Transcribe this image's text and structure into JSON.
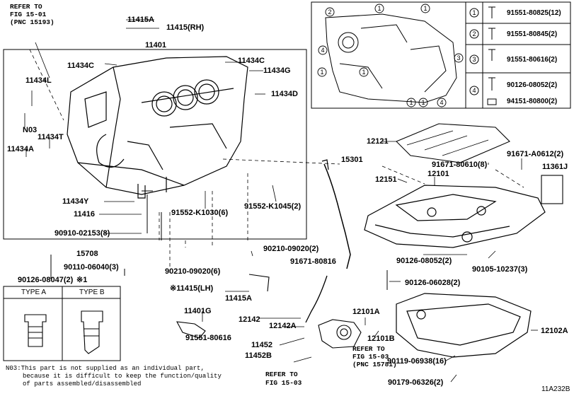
{
  "refs": {
    "ref_fig1501_a": "REFER TO",
    "ref_fig1501_b": "FIG 15-01",
    "ref_fig1501_c": "(PNC 15193)",
    "ref_fig1503_left_a": "REFER TO",
    "ref_fig1503_left_b": "FIG 15-03",
    "ref_fig1503_right_a": "REFER TO",
    "ref_fig1503_right_b": "FIG 15-03",
    "ref_fig1503_right_c": "(PNC 15781)"
  },
  "parts": {
    "p11415a_top": "11415A",
    "p11415_rh": "11415(RH)",
    "p11401": "11401",
    "p11434c_a": "11434C",
    "p11434c_b": "11434C",
    "p11434g": "11434G",
    "p11434l": "11434L",
    "p11434d": "11434D",
    "pn03": "N03",
    "p11434t": "11434T",
    "p11434a": "11434A",
    "p11434y": "11434Y",
    "p11416": "11416",
    "p90910": "90910-02153(8)",
    "p91552_k1030": "91552-K1030(6)",
    "p91552_k1045": "91552-K1045(2)",
    "p15708": "15708",
    "p90126_08047": "90126-08047(2)",
    "p90110": "90110-06040(3)",
    "p90210_6": "90210-09020(6)",
    "p90210_2": "90210-09020(2)",
    "p91671_80816": "91671-80816",
    "p11415_lh": "※11415(LH)",
    "p11415a_low": "11415A",
    "p11401g": "11401G",
    "p91551_80616": "91551-80616",
    "p12142": "12142",
    "p12142a": "12142A",
    "p11452": "11452",
    "p11452b": "11452B",
    "p15301": "15301",
    "p12121": "12121",
    "p91671_80610": "91671-80610(8)",
    "p91671_a0612": "91671-A0612(2)",
    "p11361j": "11361J",
    "p12151": "12151",
    "p12101": "12101",
    "p90126_08052": "90126-08052(2)",
    "p90105": "90105-10237(3)",
    "p90126_06028": "90126-06028(2)",
    "p12101a": "12101A",
    "p12101b": "12101B",
    "p12102a": "12102A",
    "p90119": "90119-06938(16)",
    "p90179": "90179-06326(2)",
    "p_note_mark": "※1"
  },
  "legend": {
    "rows": [
      {
        "num": "1",
        "part": "91551-80825(12)"
      },
      {
        "num": "2",
        "part": "91551-80845(2)"
      },
      {
        "num": "3",
        "part": "91551-80616(2)"
      },
      {
        "num": "4",
        "part": "90126-08052(2)",
        "part2": "94151-80800(2)"
      }
    ]
  },
  "types": {
    "type_a": "TYPE A",
    "type_b": "TYPE B"
  },
  "note": {
    "line1": "N03:This part is not supplied as an individual part,",
    "line2": "because it is difficult to keep the function/quality",
    "line3": "of parts assembled/disassembled"
  },
  "diagram_id": "11A232B"
}
